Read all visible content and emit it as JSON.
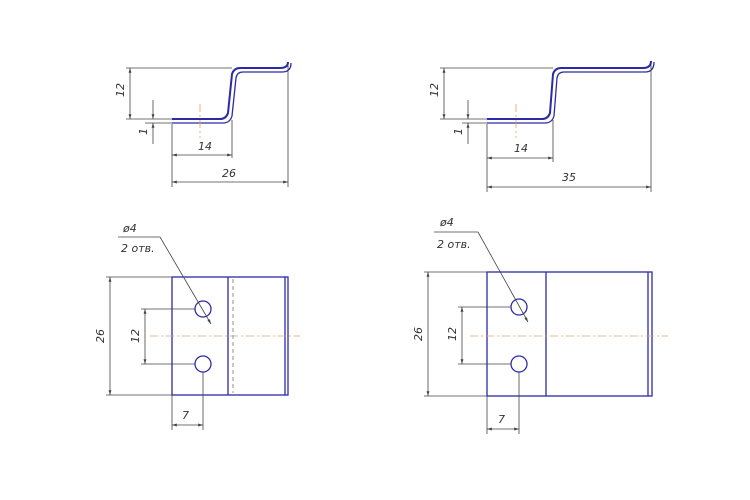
{
  "drawing_1": {
    "side_view": {
      "dim_height": "12",
      "dim_thickness": "1",
      "dim_flat": "14",
      "dim_total": "26"
    },
    "plan_view": {
      "hole_callout_dia": "ø4",
      "hole_callout_qty": "2 отв.",
      "dim_height": "26",
      "dim_hole_spacing": "12",
      "dim_hole_offset": "7"
    }
  },
  "drawing_2": {
    "side_view": {
      "dim_height": "12",
      "dim_thickness": "1",
      "dim_flat": "14",
      "dim_total": "35"
    },
    "plan_view": {
      "hole_callout_dia": "ø4",
      "hole_callout_qty": "2 отв.",
      "dim_height": "26",
      "dim_hole_spacing": "12",
      "dim_hole_offset": "7"
    }
  },
  "colors": {
    "outline": "#2b2ba8",
    "centerline": "#e8a060",
    "dimension": "#444444"
  }
}
